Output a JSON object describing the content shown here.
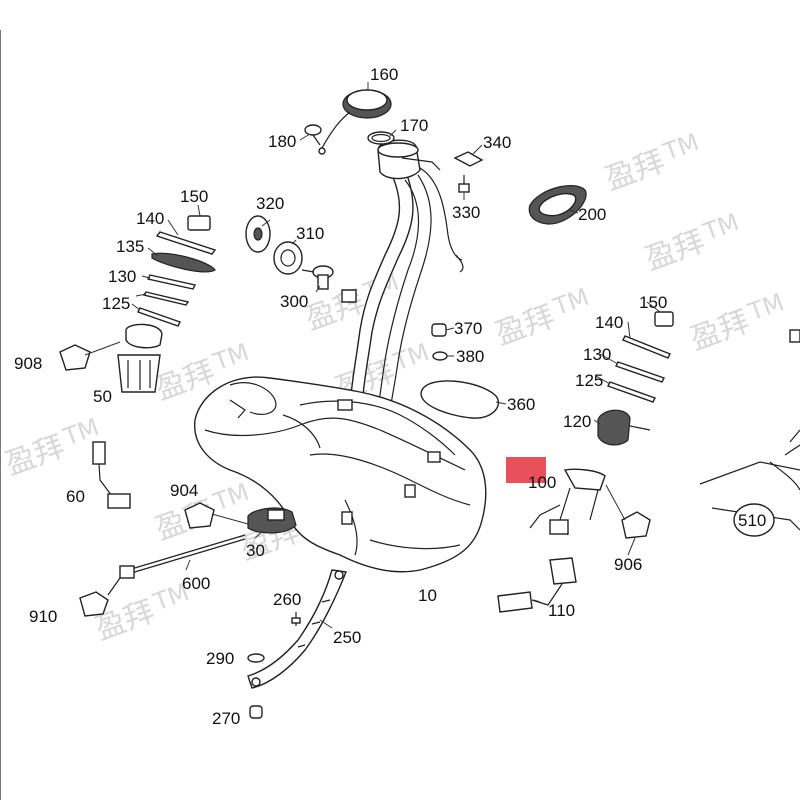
{
  "diagram": {
    "part_labels": [
      "160",
      "180",
      "170",
      "340",
      "330",
      "200",
      "150",
      "140",
      "135",
      "130",
      "125",
      "320",
      "310",
      "300",
      "908",
      "50",
      "60",
      "370",
      "380",
      "360",
      "120",
      "904",
      "30",
      "600",
      "910",
      "100",
      "906",
      "510",
      "110",
      "10",
      "260",
      "250",
      "290",
      "270"
    ],
    "watermark": {
      "text": "盈拜",
      "tm": "TM"
    },
    "highlight_color": "#e8505b"
  }
}
